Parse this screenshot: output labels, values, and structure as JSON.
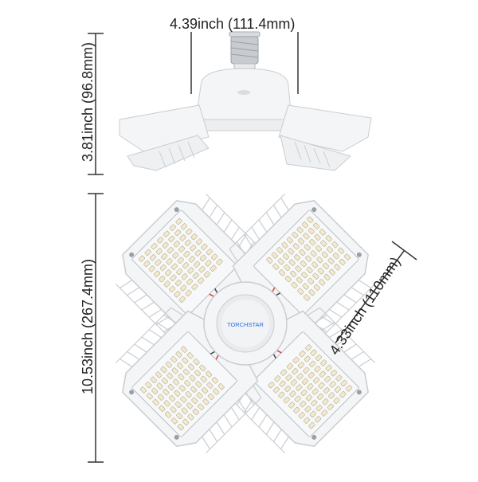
{
  "dimensions": {
    "top_width": "4.39inch (111.4mm)",
    "side_height": "3.81inch (96.8mm)",
    "total_height": "10.53inch (267.4mm)",
    "panel_width": "4.33inch (110mm)"
  },
  "brand": {
    "logo_text": "TORCHSTAR"
  },
  "colors": {
    "product_white": "#f4f5f6",
    "shadow_gray": "#c9cdd2",
    "line_dark": "#333333",
    "led_chip": "#f2ead0",
    "wire_red": "#d43a2f",
    "logo_blue": "#2f6fd6",
    "logo_orange": "#f08a24"
  },
  "icons": [
    "e27-bulb-base",
    "led-chip",
    "heat-sink-fins"
  ]
}
